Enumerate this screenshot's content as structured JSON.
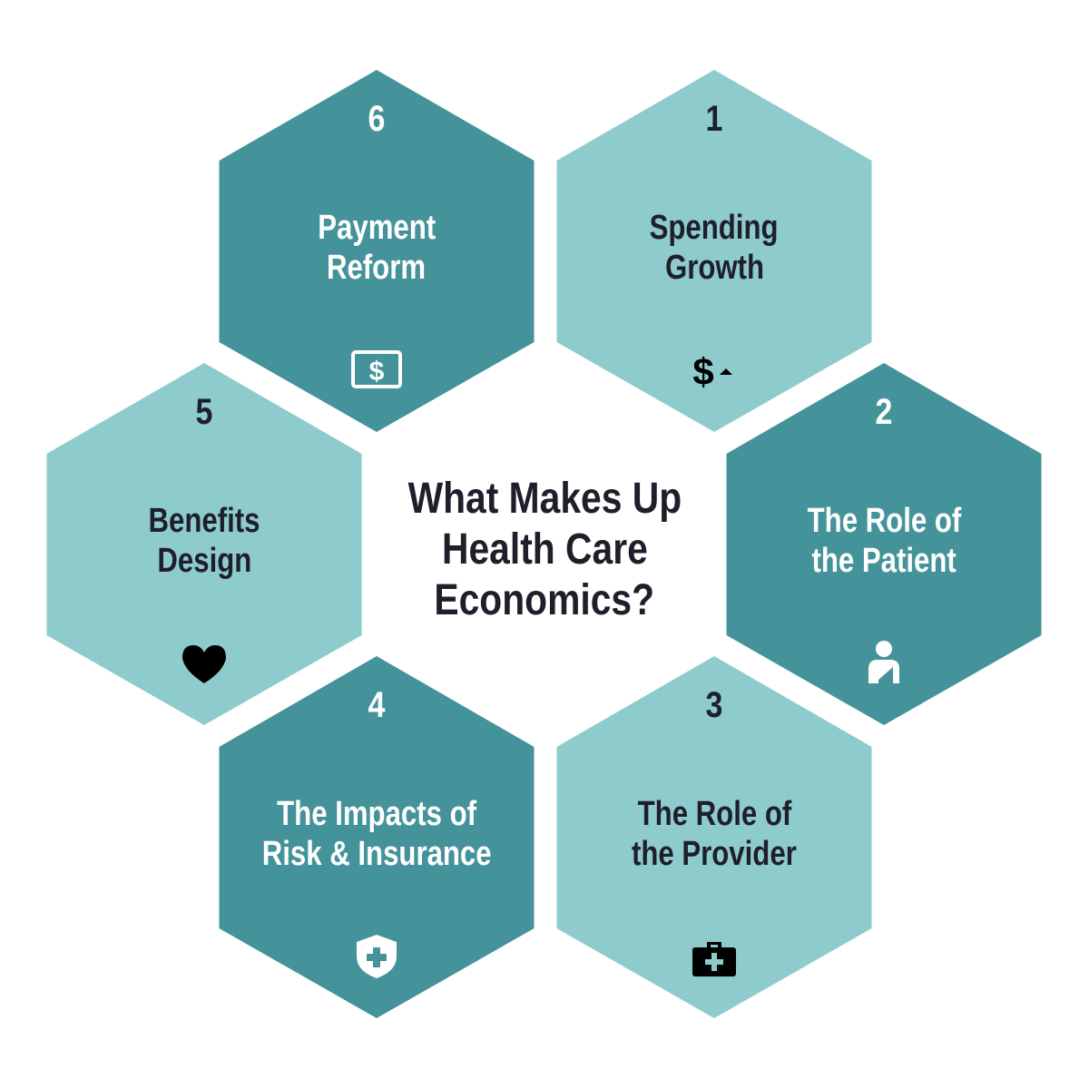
{
  "title": [
    "What Makes Up",
    "Health Care",
    "Economics?"
  ],
  "colors": {
    "dark": "#45939a",
    "light": "#8ecbcd",
    "text_dark": "#1f1f2b",
    "text_light": "#ffffff"
  },
  "segments": [
    {
      "number": "1",
      "lines": [
        "Spending",
        "Growth"
      ],
      "shade": "light",
      "icon": "dollar-up-icon"
    },
    {
      "number": "2",
      "lines": [
        "The Role of",
        "the Patient"
      ],
      "shade": "dark",
      "icon": "patient-icon"
    },
    {
      "number": "3",
      "lines": [
        "The Role of",
        "the Provider"
      ],
      "shade": "light",
      "icon": "medical-kit-icon"
    },
    {
      "number": "4",
      "lines": [
        "The Impacts of",
        "Risk & Insurance"
      ],
      "shade": "dark",
      "icon": "shield-cross-icon"
    },
    {
      "number": "5",
      "lines": [
        "Benefits",
        "Design"
      ],
      "shade": "light",
      "icon": "heart-icon"
    },
    {
      "number": "6",
      "lines": [
        "Payment",
        "Reform"
      ],
      "shade": "dark",
      "icon": "dollar-bill-icon"
    }
  ]
}
